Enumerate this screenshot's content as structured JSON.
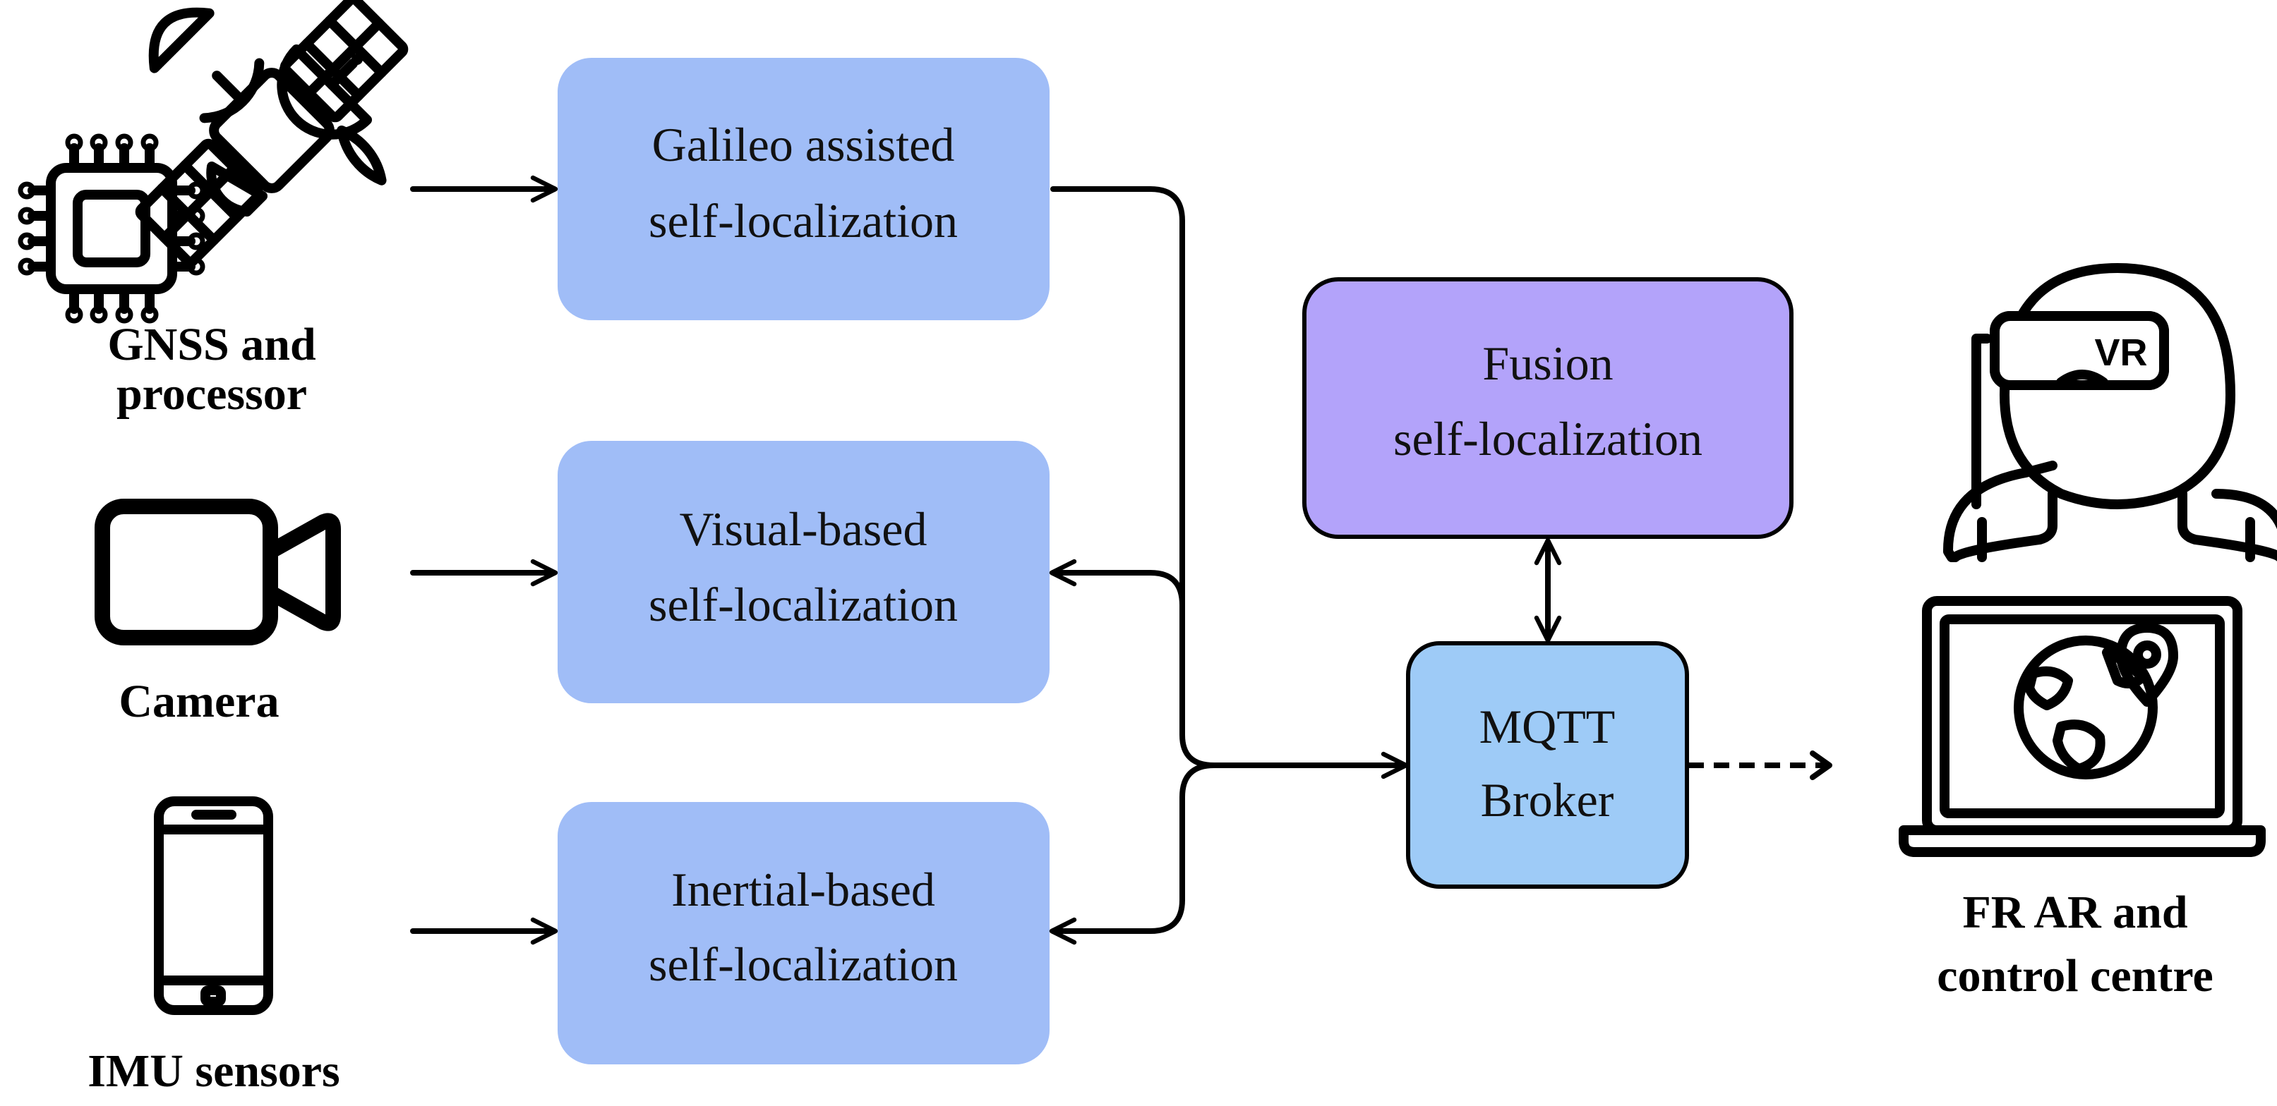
{
  "colors": {
    "localization_box": "#a0bdf7",
    "fusion_box": "#b3a3fa",
    "broker_box": "#9ecbf7",
    "edge": "#000000"
  },
  "nodes": {
    "galileo": {
      "line1": "Galileo assisted",
      "line2": "self-localization"
    },
    "visual": {
      "line1": "Visual-based",
      "line2": "self-localization"
    },
    "inertial": {
      "line1": "Inertial-based",
      "line2": "self-localization"
    },
    "fusion": {
      "line1": "Fusion",
      "line2": "self-localization"
    },
    "broker": {
      "line1": "MQTT",
      "line2": "Broker"
    }
  },
  "sources": {
    "gnss": {
      "label_line1": "GNSS and",
      "label_line2": "processor",
      "icons": [
        "satellite-icon",
        "chip-icon"
      ]
    },
    "camera": {
      "label": "Camera",
      "icon": "video-camera-icon"
    },
    "imu": {
      "label": "IMU sensors",
      "icon": "smartphone-icon"
    }
  },
  "output": {
    "label_line1": "FR AR and",
    "label_line2": "control centre",
    "headset_text": "VR",
    "icons": [
      "vr-headset-user-icon",
      "laptop-globe-icon"
    ]
  },
  "edges": [
    {
      "from": "gnss",
      "to": "galileo",
      "style": "solid"
    },
    {
      "from": "camera",
      "to": "visual",
      "style": "solid"
    },
    {
      "from": "imu",
      "to": "inertial",
      "style": "solid"
    },
    {
      "from": "galileo",
      "to": "broker",
      "style": "solid"
    },
    {
      "from": "broker",
      "to": "visual",
      "style": "solid"
    },
    {
      "from": "broker",
      "to": "inertial",
      "style": "solid"
    },
    {
      "from": "fusion",
      "to": "broker",
      "style": "solid",
      "bidirectional": true
    },
    {
      "from": "broker",
      "to": "output",
      "style": "dashed"
    }
  ]
}
